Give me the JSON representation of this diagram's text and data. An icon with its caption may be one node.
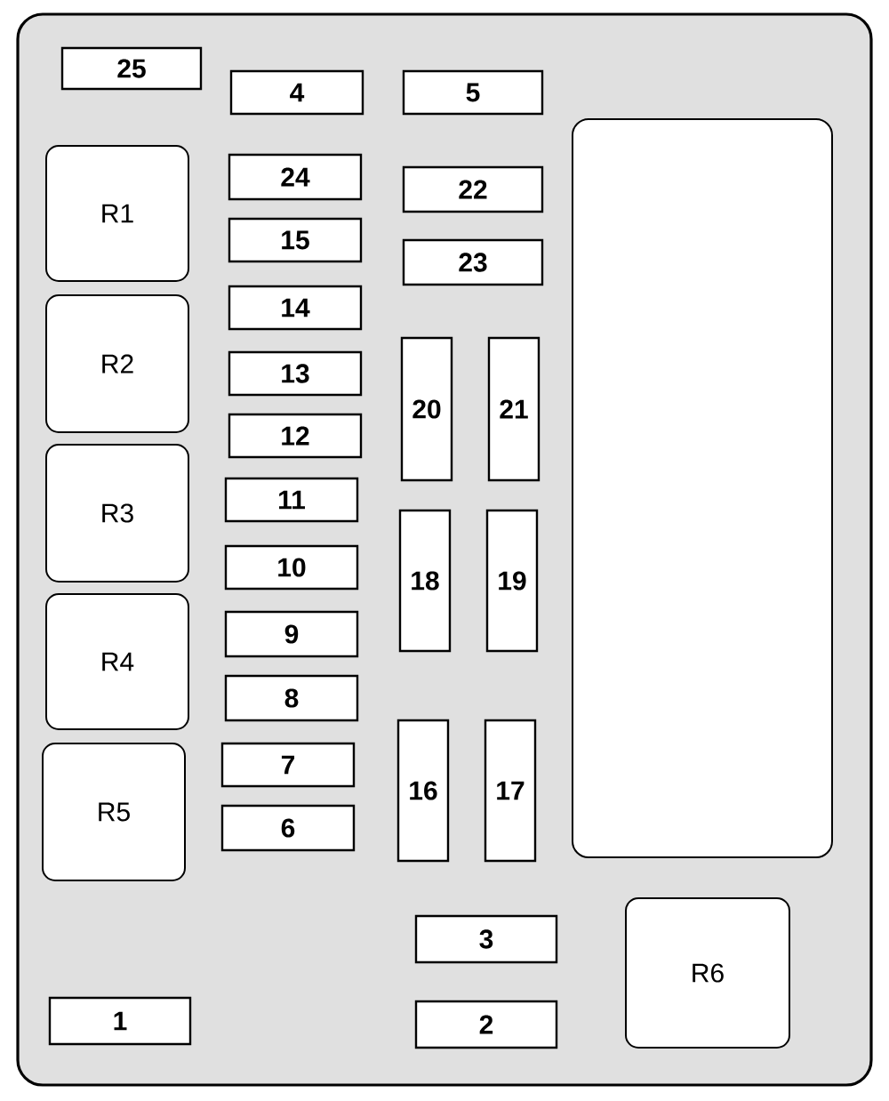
{
  "diagram": {
    "nodes": [
      {
        "text": [],
        "shape": "box"
      },
      {
        "text": [
          "25"
        ],
        "in": 0
      },
      {
        "text": [
          "4"
        ],
        "in": 0
      },
      {
        "text": [
          "5"
        ],
        "in": 0
      },
      {
        "text": [],
        "shape": "box",
        "in": 0
      },
      {
        "text": [
          "R1"
        ],
        "in": 0
      },
      {
        "text": [
          "24"
        ],
        "in": 0
      },
      {
        "text": [
          "22"
        ],
        "in": 0
      },
      {
        "text": [
          "15"
        ],
        "in": 0
      },
      {
        "text": [
          "23"
        ],
        "in": 0
      },
      {
        "text": [
          "14"
        ],
        "in": 0
      },
      {
        "text": [
          "R2"
        ],
        "in": 0
      },
      {
        "text": [
          "20"
        ],
        "in": 0
      },
      {
        "text": [
          "21"
        ],
        "in": 0
      },
      {
        "text": [
          "13"
        ],
        "in": 0
      },
      {
        "text": [
          "12"
        ],
        "in": 0
      },
      {
        "text": [
          "R3"
        ],
        "in": 0
      },
      {
        "text": [
          "11"
        ],
        "in": 0
      },
      {
        "text": [
          "18"
        ],
        "in": 0
      },
      {
        "text": [
          "19"
        ],
        "in": 0
      },
      {
        "text": [
          "10"
        ],
        "in": 0
      },
      {
        "text": [
          "R4"
        ],
        "in": 0
      },
      {
        "text": [
          "9"
        ],
        "in": 0
      },
      {
        "text": [
          "8"
        ],
        "in": 0
      },
      {
        "text": [
          "16"
        ],
        "in": 0
      },
      {
        "text": [
          "17"
        ],
        "in": 0
      },
      {
        "text": [
          "R5"
        ],
        "in": 0
      },
      {
        "text": [
          "7"
        ],
        "in": 0
      },
      {
        "text": [
          "6"
        ],
        "in": 0
      },
      {
        "text": [
          "R6"
        ],
        "in": 0
      },
      {
        "text": [
          "3"
        ],
        "in": 0
      },
      {
        "text": [
          "1"
        ],
        "in": 0
      },
      {
        "text": [
          "2"
        ],
        "in": 0
      }
    ]
  }
}
